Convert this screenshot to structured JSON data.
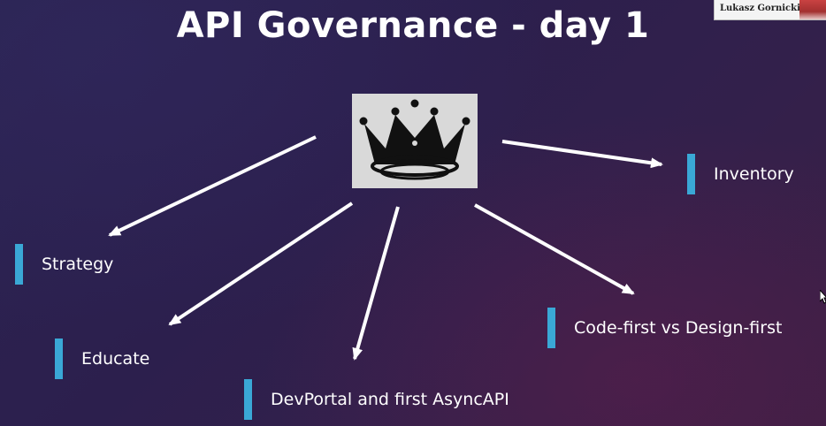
{
  "slide": {
    "title": "API Governance - day 1",
    "center": {
      "image": "crown-icon"
    },
    "nodes": [
      {
        "id": "inventory",
        "label": "Inventory"
      },
      {
        "id": "strategy",
        "label": "Strategy"
      },
      {
        "id": "educate",
        "label": "Educate"
      },
      {
        "id": "devportal",
        "label": "DevPortal and first AsyncAPI"
      },
      {
        "id": "code-design",
        "label": "Code-first vs Design-first"
      }
    ]
  },
  "presenter": {
    "name": "Lukasz Gornicki"
  },
  "colors": {
    "accent_bar": "#3aa8d6",
    "arrow": "#ffffff",
    "text": "#ffffff",
    "crown_box": "#d9d9d9",
    "crown": "#111111"
  }
}
